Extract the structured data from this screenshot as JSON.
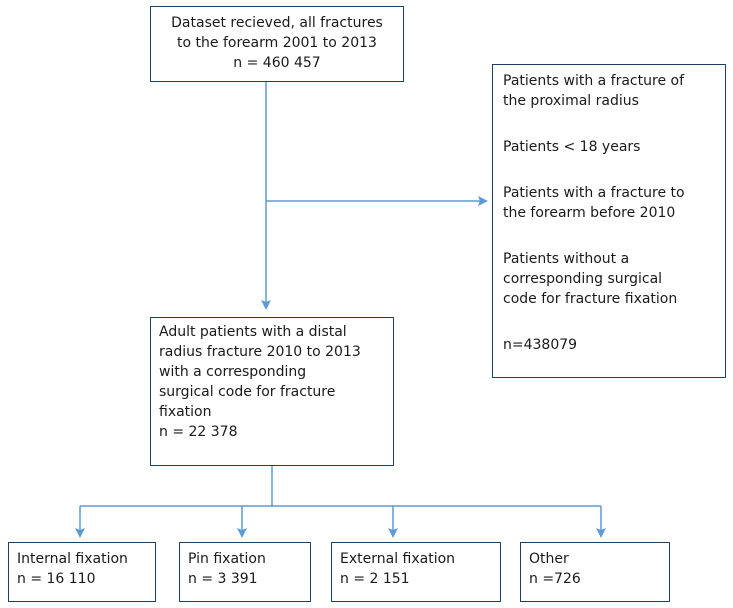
{
  "flowchart": {
    "top_box": {
      "line1": "Dataset recieved, all fractures",
      "line2": "to the forearm 2001 to 2013",
      "line3": "n = 460 457"
    },
    "exclusion_box": {
      "item1_line1": "Patients with a fracture of",
      "item1_line2": "the proximal radius",
      "item2": "Patients < 18 years",
      "item3_line1": "Patients with a fracture to",
      "item3_line2": "the forearm before 2010",
      "item4_line1": "Patients without a",
      "item4_line2": "corresponding surgical",
      "item4_line3": "code for fracture fixation",
      "count": "n=438079"
    },
    "middle_box": {
      "line1": "Adult patients with a distal",
      "line2": "radius fracture 2010 to 2013",
      "line3": "with a corresponding",
      "line4": "surgical code for fracture",
      "line5": "fixation",
      "count": "n = 22 378"
    },
    "outcomes": [
      {
        "label": "Internal fixation",
        "count": "n = 16 110"
      },
      {
        "label": "Pin fixation",
        "count": "n = 3 391"
      },
      {
        "label": "External fixation",
        "count": "n = 2 151"
      },
      {
        "label": "Other",
        "count": "n =726"
      }
    ],
    "colors": {
      "arrow": "#5b9bd5",
      "box_border": "#1f3f5f"
    }
  }
}
